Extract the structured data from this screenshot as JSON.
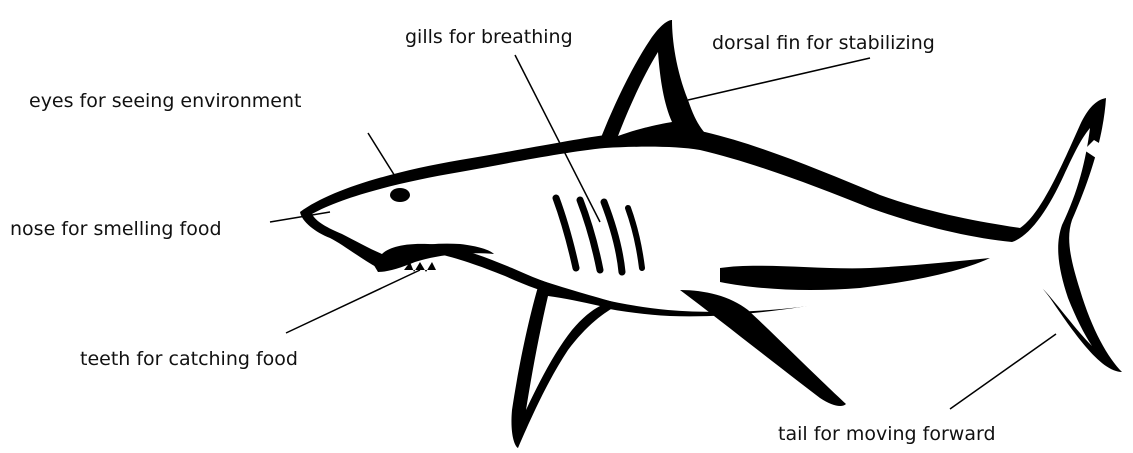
{
  "labels": {
    "gills": "gills for breathing",
    "dorsal_fin": "dorsal fin for stabilizing",
    "eyes": "eyes for seeing environment",
    "nose": "nose for smelling food",
    "teeth": "teeth for catching food",
    "tail": "tail for moving forward"
  },
  "colors": {
    "ink": "#000000",
    "background": "#ffffff"
  }
}
